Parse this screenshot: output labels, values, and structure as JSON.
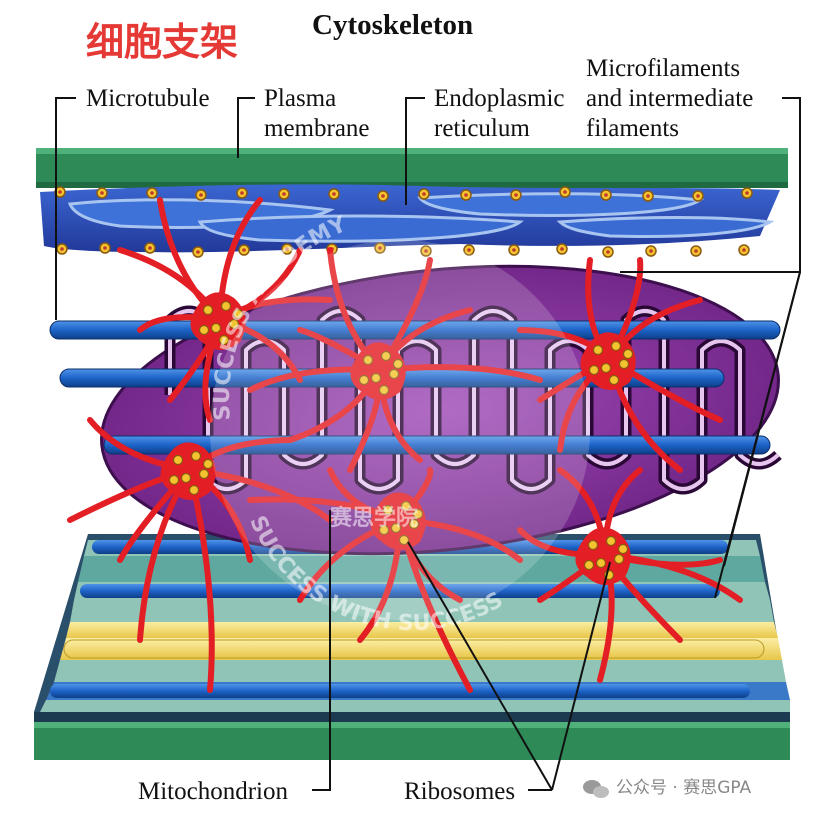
{
  "title": "Cytoskeleton",
  "chinese_title": "细胞支架",
  "labels": {
    "microtubule": "Microtubule",
    "plasma_1": "Plasma",
    "plasma_2": "membrane",
    "er_1": "Endoplasmic",
    "er_2": "reticulum",
    "mf_1": "Microfilaments",
    "mf_2": "and intermediate",
    "mf_3": "filaments",
    "mitochondrion": "Mitochondrion",
    "ribosomes": "Ribosomes"
  },
  "watermark": {
    "arc_top": "SUCCESS ACADEMY",
    "center_cn": "赛思学院",
    "arc_bottom": "SUCCESS WITH SUCCESS"
  },
  "footer": "公众号 · 赛思GPA",
  "colors": {
    "membrane_green": "#2e8b57",
    "er_blue": "#2c4fb0",
    "microtubule_blue": "#1d63c8",
    "mitochondrion_purple": "#7b2c8f",
    "filament_red": "#e31e24",
    "ribosome_yellow": "#f4c430",
    "bottom_yellow": "#f7e27a",
    "bottom_teal": "#8fc4b7"
  }
}
